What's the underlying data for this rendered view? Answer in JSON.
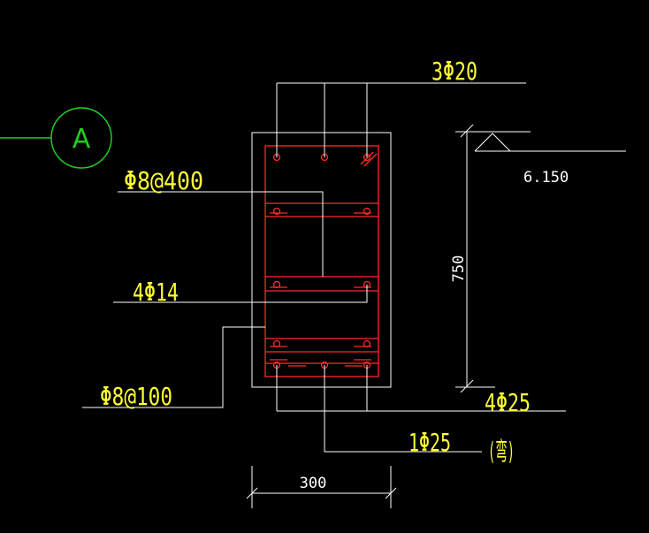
{
  "grid_axis": {
    "label": "A",
    "color": "#22cc22"
  },
  "beam_section": {
    "top_bars": "3Φ20",
    "top_stirrups": "Φ8@400",
    "side_bars": "4Φ14",
    "main_stirrups": "Φ8@100",
    "bottom_bars": "4Φ25",
    "bent_bar": "1Φ25",
    "bent_note": "(弯)"
  },
  "dimensions": {
    "elevation": "6.150",
    "height": "750",
    "width": "300"
  },
  "colors": {
    "leader": "#ffffff",
    "rebar": "#ff2a2a",
    "label": "#ffff33",
    "axis": "#22cc22"
  }
}
